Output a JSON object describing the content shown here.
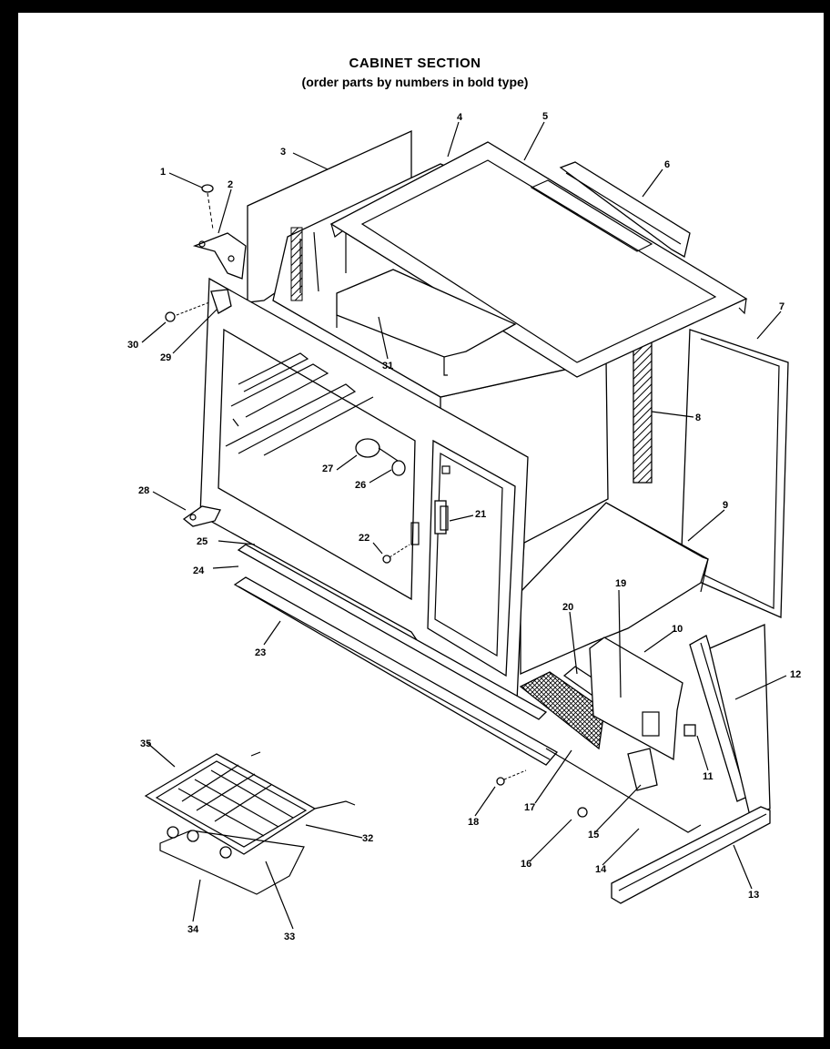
{
  "page": {
    "title": "CABINET SECTION",
    "subtitle": "(order parts by numbers in bold type)"
  },
  "callouts": [
    "1",
    "2",
    "3",
    "4",
    "5",
    "6",
    "7",
    "8",
    "9",
    "10",
    "11",
    "12",
    "13",
    "14",
    "15",
    "16",
    "17",
    "18",
    "19",
    "20",
    "21",
    "22",
    "23",
    "24",
    "25",
    "26",
    "27",
    "28",
    "29",
    "30",
    "31",
    "32",
    "33",
    "34",
    "35"
  ],
  "colors": {
    "ink": "#000000",
    "paper": "#ffffff",
    "frame": "#000000"
  }
}
